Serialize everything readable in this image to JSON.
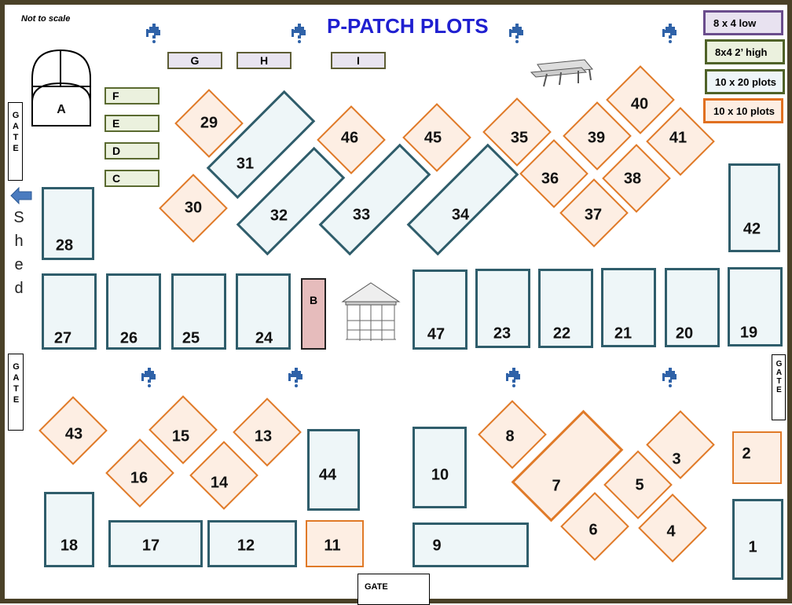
{
  "title": "P-PATCH PLOTS",
  "note": "Not to scale",
  "legend": [
    "8 x 4 low",
    "8x4  2’ high",
    "10 x 20 plots",
    "10 x 10 plots"
  ],
  "colors": {
    "blue_plot": "#2f5d6b",
    "orange_plot": "#e07a28",
    "title": "#1f1fd0",
    "frame": "#4a4128"
  },
  "gate": "GATE",
  "shed": [
    "S",
    "h",
    "e",
    "d"
  ],
  "small_plots": {
    "G": "G",
    "H": "H",
    "I": "I",
    "F": "F",
    "E": "E",
    "D": "D",
    "C": "C",
    "A": "A",
    "B": "B"
  },
  "plots": {
    "p1": "1",
    "p2": "2",
    "p3": "3",
    "p4": "4",
    "p5": "5",
    "p6": "6",
    "p7": "7",
    "p8": "8",
    "p9": "9",
    "p10": "10",
    "p11": "11",
    "p12": "12",
    "p13": "13",
    "p14": "14",
    "p15": "15",
    "p16": "16",
    "p17": "17",
    "p18": "18",
    "p19": "19",
    "p20": "20",
    "p21": "21",
    "p22": "22",
    "p23": "23",
    "p24": "24",
    "p25": "25",
    "p26": "26",
    "p27": "27",
    "p28": "28",
    "p29": "29",
    "p30": "30",
    "p31": "31",
    "p32": "32",
    "p33": "33",
    "p34": "34",
    "p35": "35",
    "p36": "36",
    "p37": "37",
    "p38": "38",
    "p39": "39",
    "p40": "40",
    "p41": "41",
    "p42": "42",
    "p43": "43",
    "p44": "44",
    "p45": "45",
    "p46": "46",
    "p47": "47"
  }
}
